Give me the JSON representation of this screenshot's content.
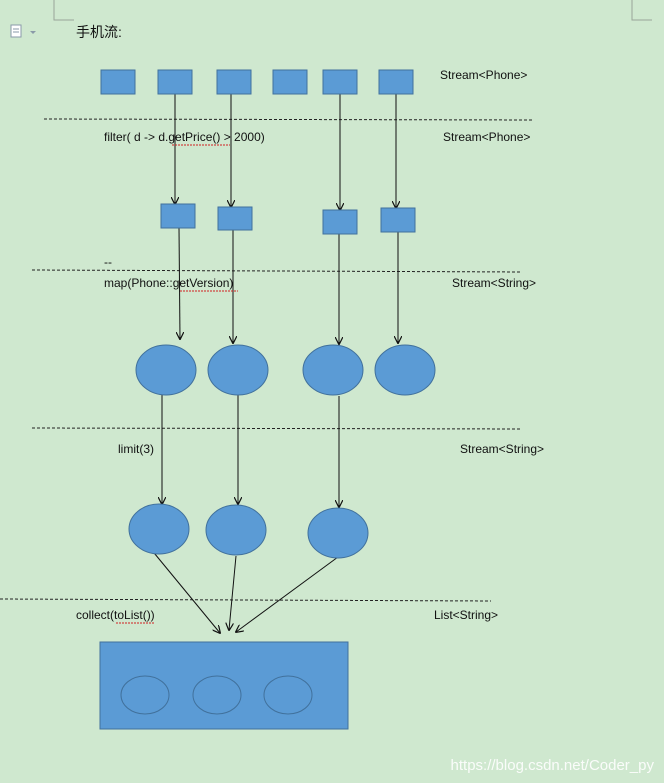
{
  "title": "手机流:",
  "labels": {
    "stage0": "Stream<Phone>",
    "filter_op": "filter( d -> d.getPrice() > 2000)",
    "stage1": "Stream<Phone>",
    "dash": "--",
    "map_op": "map(Phone::getVersion)",
    "stage2": "Stream<String>",
    "limit_op": "limit(3)",
    "stage3": "Stream<String>",
    "collect_op": "collect(toList())",
    "result": "List<String>"
  },
  "watermark": "https://blog.csdn.net/Coder_py",
  "colors": {
    "background": "#cfe8cf",
    "shape_fill": "#5b9bd5",
    "shape_stroke": "#41719c"
  }
}
